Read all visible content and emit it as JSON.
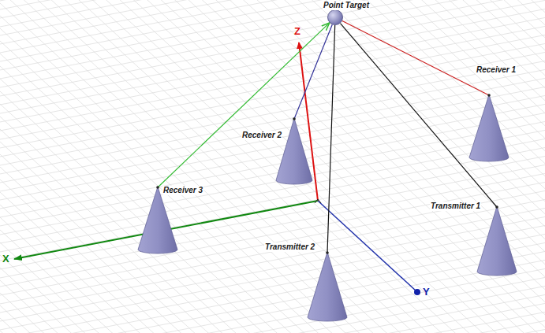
{
  "diagram": {
    "nodes": [
      {
        "text": [
          "Point Target"
        ]
      },
      {
        "text": [
          "Receiver 1"
        ]
      },
      {
        "text": [
          "Receiver 2"
        ]
      },
      {
        "text": [
          "Receiver 3"
        ]
      },
      {
        "text": [
          "Transmitter 1"
        ]
      },
      {
        "text": [
          "Transmitter 2"
        ]
      }
    ],
    "edges": [
      {
        "from": 0,
        "to": 1,
        "arrow": "none"
      },
      {
        "from": 0,
        "to": 2,
        "arrow": "none"
      },
      {
        "from": 3,
        "to": 0,
        "arrow": "to"
      },
      {
        "from": 0,
        "to": 4,
        "arrow": "none"
      },
      {
        "from": 0,
        "to": 5,
        "arrow": "none"
      }
    ],
    "labels": [
      "Z",
      "X",
      "Y"
    ]
  }
}
